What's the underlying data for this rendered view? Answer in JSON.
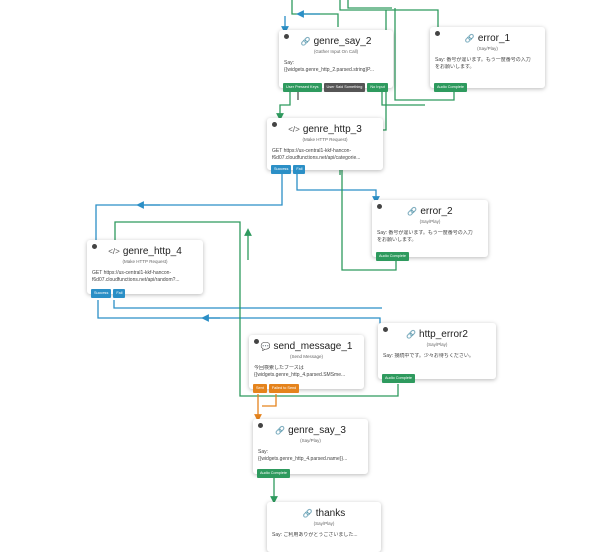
{
  "nodes": {
    "genre_say_2": {
      "title": "genre_say_2",
      "subtitle": "(Gather Input On Call)",
      "body": [
        "Say:",
        "{{widgets.genre_http_2.parsed.string}P..."
      ],
      "ports": [
        "User Pressed Keys",
        "User Said Something",
        "No Input"
      ]
    },
    "error_1": {
      "title": "error_1",
      "subtitle": "(Say/Play)",
      "body": [
        "Say: 番号が違います。もう一度番号の入力",
        "をお願いします。"
      ],
      "ports": [
        "Audio Complete"
      ]
    },
    "genre_http_3": {
      "title": "genre_http_3",
      "subtitle": "(Make HTTP Request)",
      "body": [
        "GET https://us-central1-kkf-hancon-",
        "f6d07.cloudfunctions.net/api/categorie..."
      ],
      "ports": [
        "Success",
        "Fail"
      ]
    },
    "error_2": {
      "title": "error_2",
      "subtitle": "(Say/Play)",
      "body": [
        "Say: 番号が違います。もう一度番号の入力",
        "をお願いします。"
      ],
      "ports": [
        "Audio Complete"
      ]
    },
    "genre_http_4": {
      "title": "genre_http_4",
      "subtitle": "(Make HTTP Request)",
      "body": [
        "GET https://us-central1-kkf-hancon-",
        "f6d07.cloudfunctions.net/api/random?..."
      ],
      "ports": [
        "Success",
        "Fail"
      ]
    },
    "http_error2": {
      "title": "http_error2",
      "subtitle": "(Say/Play)",
      "body": [
        "Say: 接続中です。少々お待ちください。"
      ],
      "ports": [
        "Audio Complete"
      ]
    },
    "send_message_1": {
      "title": "send_message_1",
      "subtitle": "(Send Message)",
      "body": [
        "今回検索したブースは",
        "{{widgets.genre_http_4.parsed.SMSme..."
      ],
      "ports": [
        "Sent",
        "Failed to Send"
      ]
    },
    "genre_say_3": {
      "title": "genre_say_3",
      "subtitle": "(Say/Play)",
      "body": [
        "Say:",
        "{{widgets.genre_http_4.parsed.name}}..."
      ],
      "ports": [
        "Audio Complete"
      ]
    },
    "thanks": {
      "title": "thanks",
      "subtitle": "(Say/Play)",
      "body": [
        "Say: ご利用ありがとうございました..."
      ],
      "ports": []
    }
  },
  "icons": {
    "say": "link-icon",
    "http": "code-icon",
    "send": "message-icon"
  },
  "colors": {
    "green": "#2e9a5e",
    "blue": "#2b8fc6",
    "dark": "#555555",
    "orange": "#e5831c"
  }
}
